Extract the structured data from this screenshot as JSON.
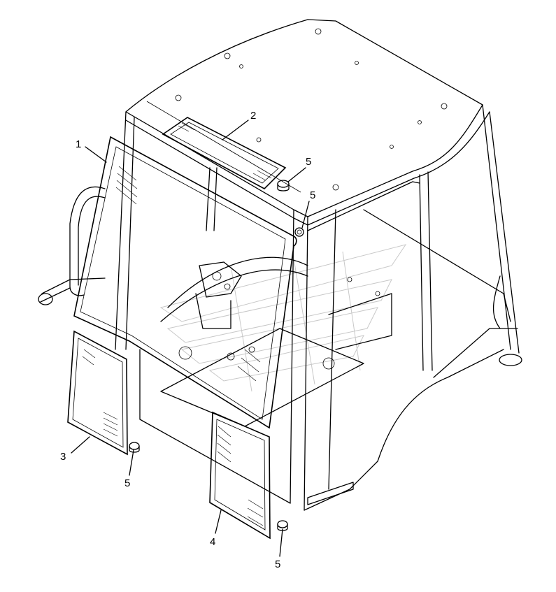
{
  "callouts": [
    {
      "id": "1",
      "text": "1"
    },
    {
      "id": "2",
      "text": "2"
    },
    {
      "id": "3",
      "text": "3"
    },
    {
      "id": "4",
      "text": "4"
    },
    {
      "id": "5a",
      "text": "5"
    },
    {
      "id": "5b",
      "text": "5"
    },
    {
      "id": "5c",
      "text": "5"
    },
    {
      "id": "5d",
      "text": "5"
    }
  ],
  "colors": {
    "line": "#000000",
    "background": "#ffffff",
    "watermark": "#c8c8c8"
  }
}
